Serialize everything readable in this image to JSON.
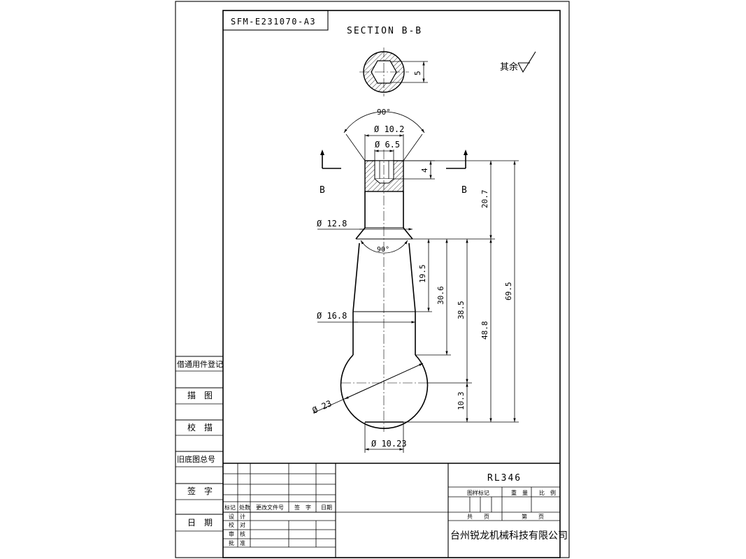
{
  "drawing": {
    "code": "SFM-E231070-A3",
    "section_title": "SECTION B-B",
    "section_mark_left": "B",
    "section_mark_right": "B",
    "surface_note": "其余"
  },
  "dimensions": {
    "angle_top": "90°",
    "d_top_outer": "Ø 10.2",
    "d_top_inner": "Ø 6.5",
    "depth_hole": "4",
    "hex_size": "5",
    "d_neck": "Ø 12.8",
    "angle_neck": "90°",
    "d_taper": "Ø 16.8",
    "d_ball": "Ø 23",
    "d_bottom": "Ø 10.23",
    "len_20_7": "20.7",
    "len_69_5": "69.5",
    "len_19_5": "19.5",
    "len_30_6": "30.6",
    "len_38_5": "38.5",
    "len_48_8": "48.8",
    "len_10_3": "10.3"
  },
  "left_panel": {
    "r1": "借通用件登记",
    "r2": "描　图",
    "r3": "校　描",
    "r4": "旧底图总号",
    "r5": "签　字",
    "r6": "日　期"
  },
  "title_block": {
    "part_no": "RL346",
    "company": "台州锐龙机械科技有限公司",
    "rev_marker": "标记",
    "rev_count": "处数",
    "rev_doc": "更改文件号",
    "rev_sign": "签　字",
    "rev_date": "日期",
    "design": "设　计",
    "proofread": "校　对",
    "review": "审　核",
    "approve": "批　准",
    "drawing_mark": "图样标记",
    "weight": "重　量",
    "scale": "比　例",
    "total_sheets": "共　　页",
    "sheet_no": "第　　页"
  }
}
